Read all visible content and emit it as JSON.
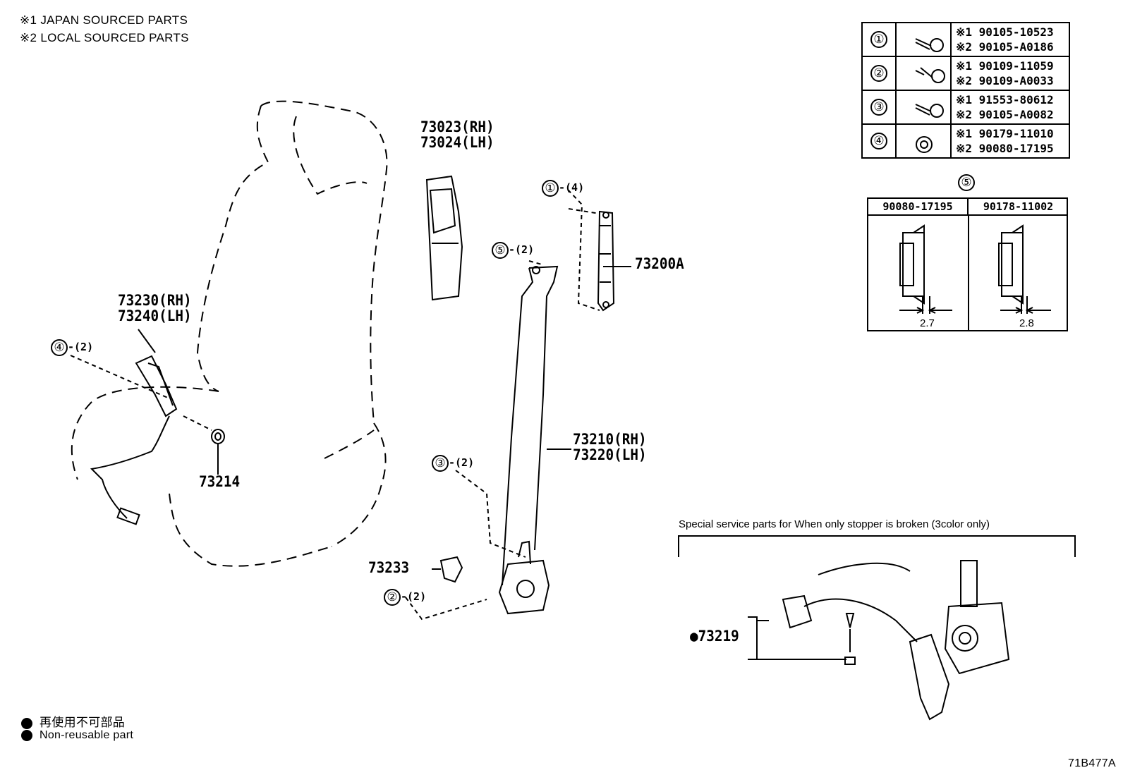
{
  "legend": {
    "line1": "※1  JAPAN SOURCED PARTS",
    "line2": "※2  LOCAL SOURCED PARTS"
  },
  "parts": {
    "p73023": "73023(RH)",
    "p73024": "73024(LH)",
    "p73200A": "73200A",
    "p73230": "73230(RH)",
    "p73240": "73240(LH)",
    "p73214": "73214",
    "p73210": "73210(RH)",
    "p73220": "73220(LH)",
    "p73233": "73233",
    "p73219": "●73219"
  },
  "callouts": {
    "c1": {
      "num": "①",
      "qty": "-(4)"
    },
    "c5": {
      "num": "⑤",
      "qty": "-(2)"
    },
    "c4": {
      "num": "④",
      "qty": "-(2)"
    },
    "c3": {
      "num": "③",
      "qty": "-(2)"
    },
    "c2": {
      "num": "②",
      "qty": "-(2)"
    }
  },
  "bolt_table": [
    {
      "num": "①",
      "icon": "bolt-icon",
      "j": "※1 90105-10523",
      "l": "※2 90105-A0186"
    },
    {
      "num": "②",
      "icon": "stepped-bolt-icon",
      "j": "※1 90109-11059",
      "l": "※2 90109-A0033"
    },
    {
      "num": "③",
      "icon": "bolt-icon",
      "j": "※1 91553-80612",
      "l": "※2 90105-A0082"
    },
    {
      "num": "④",
      "icon": "nut-icon",
      "j": "※1 90179-11010",
      "l": "※2 90080-17195"
    }
  ],
  "nut_table": {
    "title": "⑤",
    "col1": {
      "part": "90080-17195",
      "dim": "2.7"
    },
    "col2": {
      "part": "90178-11002",
      "dim": "2.8"
    }
  },
  "special": {
    "title": "Special service parts for When only stopper is broken (3color only)"
  },
  "footer": {
    "jp": "再使用不可部品",
    "en": "Non-reusable part",
    "code": "71B477A"
  }
}
